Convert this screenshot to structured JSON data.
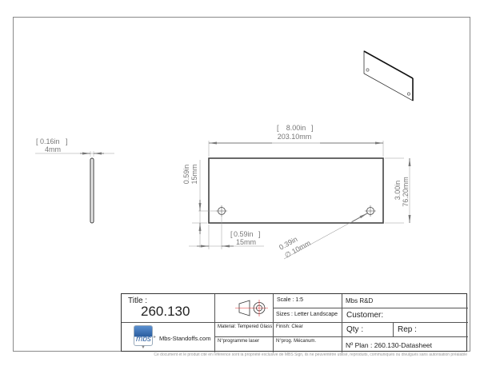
{
  "drawing": {
    "thickness_view": {
      "in": "0.16in",
      "mm": "4mm"
    },
    "width": {
      "in": "8.00in",
      "mm": "203.10mm"
    },
    "height": {
      "in": "3.00in",
      "mm": "76.20mm"
    },
    "hole_offset_vertical": {
      "in": "0.59in",
      "mm": "15mm"
    },
    "hole_offset_horizontal": {
      "in": "0.59in",
      "mm": "15mm"
    },
    "hole_diameter": {
      "in": "0.39in",
      "mm": "∅ 10mm"
    }
  },
  "title_block": {
    "title_label": "Title :",
    "title_value": "260.130",
    "projection_icon": "third-angle-projection-icon",
    "scale": "Scale : 1:5",
    "sizes": "Sizes : Letter Landscape",
    "company": "Mbs R&D",
    "customer": "Customer:",
    "material": "Material: Tempered Glass",
    "finish": "Finish: Clear",
    "qty": "Qty :",
    "rep": "Rep :",
    "laser_program": "N°programme laser",
    "mecanum_program": "N°prog. Mécanum.",
    "plan_number": "Nº Plan : 260.130-Datasheet",
    "logo_text": "mbs",
    "website": "Mbs-Standoffs.com"
  },
  "footer": {
    "disclaimer": "Ce document et le produit cité en référence sont la propriété exclusive de MBS Sign, ils ne peuventêtre utilisé, reproduits, communiqués ou divulgués sans autorisation préalable"
  },
  "colors": {
    "border": "#8a8a8a",
    "dimension": "#777777",
    "part_outline": "#444444",
    "projection_red": "#e03030",
    "logo_blue": "#2a5d9f"
  }
}
